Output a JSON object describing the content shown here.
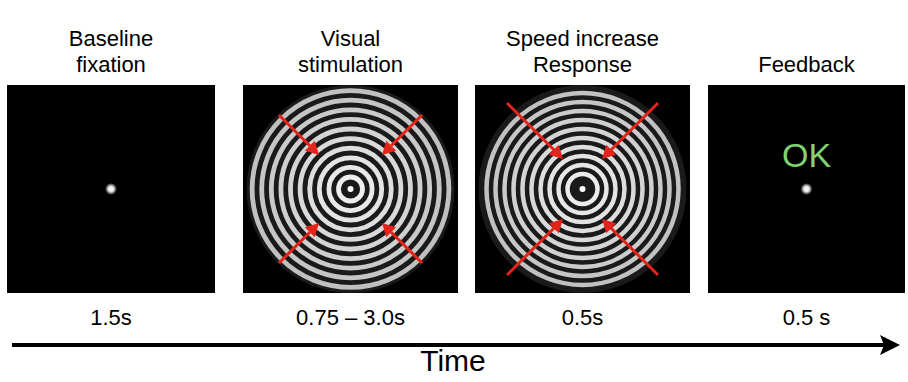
{
  "diagram": {
    "nodes": [
      {
        "text": [
          "Baseline fixation",
          "1.5s"
        ]
      },
      {
        "text": [
          "Visual stimulation",
          "0.75 – 3.0s"
        ]
      },
      {
        "text": [
          "Speed increase Response",
          "0.5s"
        ]
      },
      {
        "text": [
          "Feedback",
          "OK",
          "0.5 s"
        ]
      }
    ],
    "labels": [
      "Time"
    ]
  }
}
